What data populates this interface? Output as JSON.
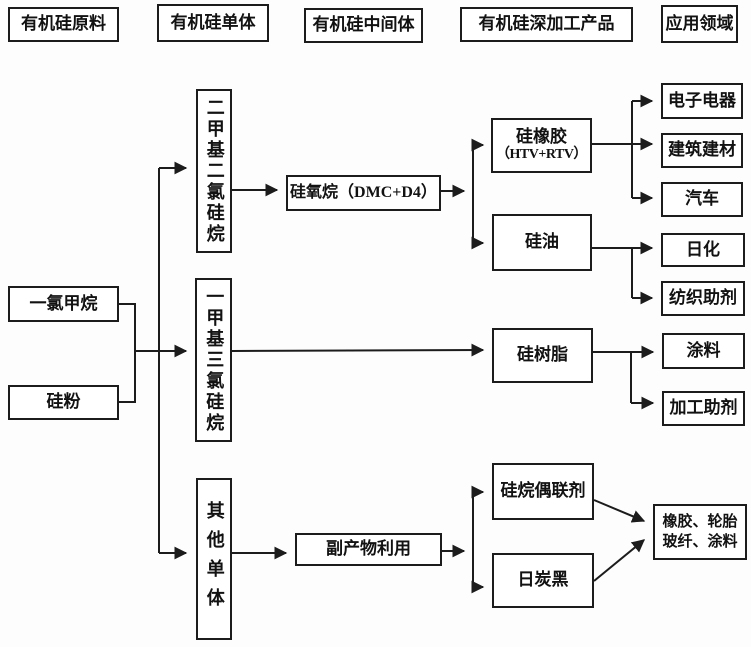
{
  "diagram": {
    "type": "flowchart",
    "language": "zh-CN",
    "colors": {
      "line": "#1c1c1c",
      "box_border": "#1c1c1c",
      "background": "#ffffff",
      "text": "#121212"
    },
    "headers": [
      {
        "label": "有机硅原料"
      },
      {
        "label": "有机硅单体"
      },
      {
        "label": "有机硅中间体"
      },
      {
        "label": "有机硅深加工产品"
      },
      {
        "label": "应用领域"
      }
    ],
    "raw_materials": [
      {
        "label": "一氯甲烷"
      },
      {
        "label": "硅粉"
      }
    ],
    "monomers": [
      {
        "label": "二甲基二氯硅烷"
      },
      {
        "label": "一甲基三氯硅烷"
      },
      {
        "label": "其他单体"
      }
    ],
    "intermediates": [
      {
        "label": "硅氧烷（DMC+D4）"
      },
      {
        "label": "副产物利用"
      }
    ],
    "products": [
      {
        "line1": "硅橡胶",
        "line2": "（HTV+RTV）"
      },
      {
        "label": "硅油"
      },
      {
        "label": "硅树脂"
      },
      {
        "label": "硅烷偶联剂"
      },
      {
        "label": "日炭黑"
      }
    ],
    "applications": [
      {
        "label": "电子电器"
      },
      {
        "label": "建筑建材"
      },
      {
        "label": "汽车"
      },
      {
        "label": "日化"
      },
      {
        "label": "纺织助剂"
      },
      {
        "label": "涂料"
      },
      {
        "label": "加工助剂"
      },
      {
        "line1": "橡胶、轮胎",
        "line2": "玻纤、涂料"
      }
    ],
    "edges": [
      {
        "from": "一氯甲烷",
        "to": "一甲基三氯硅烷"
      },
      {
        "from": "硅粉",
        "to": "一甲基三氯硅烷"
      },
      {
        "from": "raw-junction",
        "to": "二甲基二氯硅烷"
      },
      {
        "from": "raw-junction",
        "to": "其他单体"
      },
      {
        "from": "二甲基二氯硅烷",
        "to": "硅氧烷（DMC+D4）"
      },
      {
        "from": "硅氧烷（DMC+D4）",
        "to": "硅橡胶（HTV+RTV）"
      },
      {
        "from": "硅氧烷（DMC+D4）",
        "to": "硅油"
      },
      {
        "from": "硅橡胶（HTV+RTV）",
        "to": "电子电器"
      },
      {
        "from": "硅橡胶（HTV+RTV）",
        "to": "建筑建材"
      },
      {
        "from": "硅橡胶（HTV+RTV）",
        "to": "汽车"
      },
      {
        "from": "硅油",
        "to": "日化"
      },
      {
        "from": "硅油",
        "to": "纺织助剂"
      },
      {
        "from": "一甲基三氯硅烷",
        "to": "硅树脂"
      },
      {
        "from": "硅树脂",
        "to": "涂料"
      },
      {
        "from": "硅树脂",
        "to": "加工助剂"
      },
      {
        "from": "其他单体",
        "to": "副产物利用"
      },
      {
        "from": "副产物利用",
        "to": "硅烷偶联剂"
      },
      {
        "from": "副产物利用",
        "to": "日炭黑"
      },
      {
        "from": "硅烷偶联剂",
        "to": "橡胶、轮胎玻纤、涂料"
      },
      {
        "from": "日炭黑",
        "to": "橡胶、轮胎玻纤、涂料"
      }
    ]
  }
}
